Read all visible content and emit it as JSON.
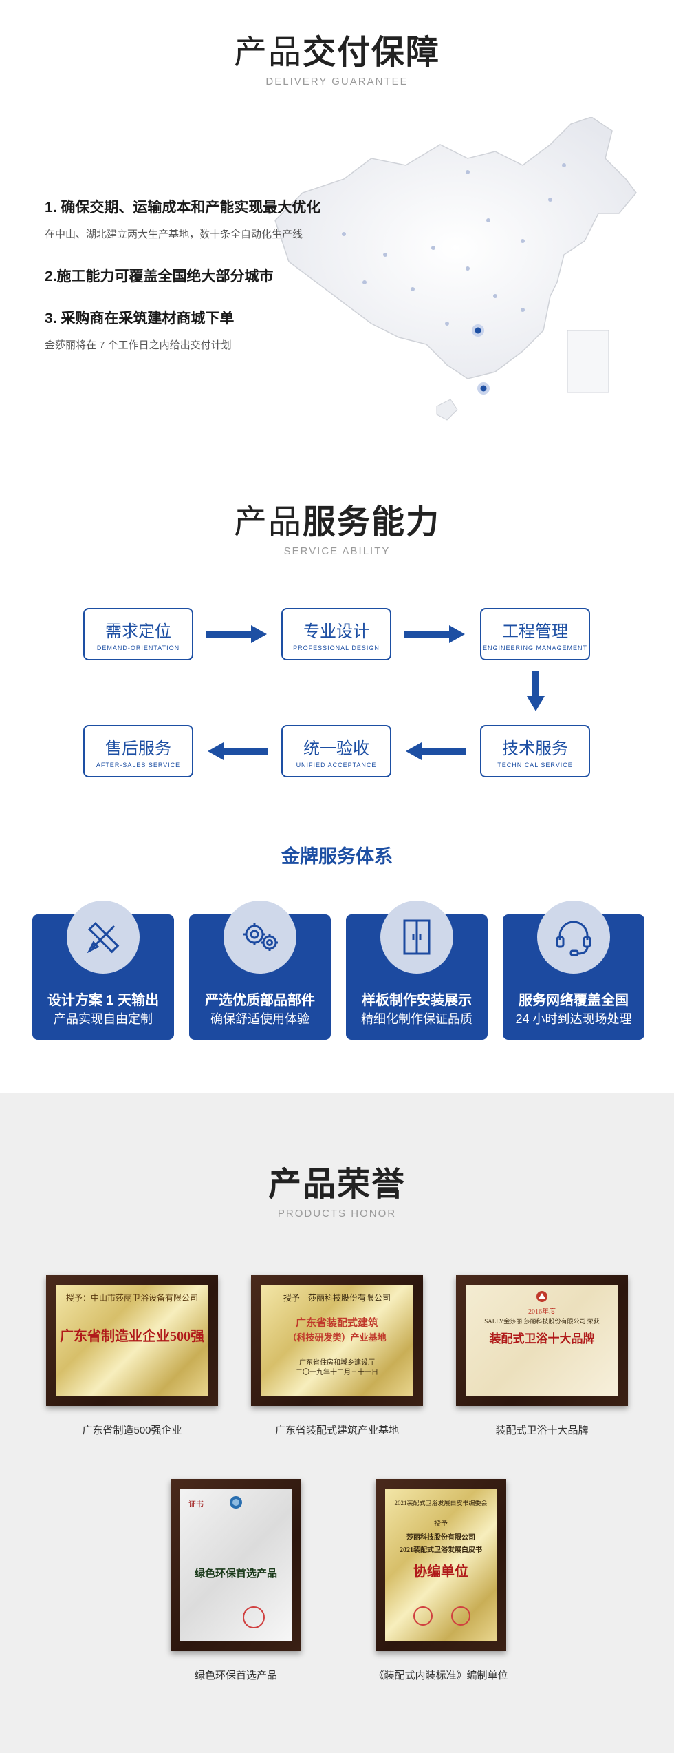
{
  "delivery": {
    "title_thin": "产品",
    "title_bold": "交付保障",
    "subtitle": "DELIVERY GUARANTEE",
    "items": [
      {
        "heading": "1. 确保交期、运输成本和产能实现最大优化",
        "desc": "在中山、湖北建立两大生产基地，数十条全自动化生产线"
      },
      {
        "heading": "2.施工能力可覆盖全国绝大部分城市",
        "desc": ""
      },
      {
        "heading": "3. 采购商在采筑建材商城下单",
        "desc": "金莎丽将在 7 个工作日之内给出交付计划"
      }
    ]
  },
  "service": {
    "title_thin": "产品",
    "title_bold": "服务能力",
    "subtitle": "SERVICE ABILITY",
    "steps": [
      {
        "cn": "需求定位",
        "en": "DEMAND-ORIENTATION"
      },
      {
        "cn": "专业设计",
        "en": "PROFESSIONAL DESIGN"
      },
      {
        "cn": "工程管理",
        "en": "ENGINEERING MANAGEMENT"
      },
      {
        "cn": "技术服务",
        "en": "TECHNICAL SERVICE"
      },
      {
        "cn": "统一验收",
        "en": "UNIFIED ACCEPTANCE"
      },
      {
        "cn": "售后服务",
        "en": "AFTER-SALES SERVICE"
      }
    ],
    "gold_title": "金牌服务体系",
    "cards": [
      {
        "icon": "ruler-pencil-icon",
        "l1": "设计方案 1 天输出",
        "l2": "产品实现自由定制"
      },
      {
        "icon": "gears-icon",
        "l1": "严选优质部品部件",
        "l2": "确保舒适使用体验"
      },
      {
        "icon": "door-icon",
        "l1": "样板制作安装展示",
        "l2": "精细化制作保证品质"
      },
      {
        "icon": "headset-icon",
        "l1": "服务网络覆盖全国",
        "l2": "24 小时到达现场处理"
      }
    ]
  },
  "honor": {
    "title": "产品荣誉",
    "subtitle": "PRODUCTS HONOR",
    "awards": [
      {
        "caption": "广东省制造500强企业",
        "line1": "授予：中山市莎丽卫浴设备有限公司",
        "line2": "广东省制造业企业500强"
      },
      {
        "caption": "广东省装配式建筑产业基地",
        "line1": "授予　莎丽科技股份有限公司",
        "line2": "广东省装配式建筑",
        "line3": "（科技研发类）产业基地",
        "line4": "广东省住房和城乡建设厅",
        "line5": "二〇一九年十二月三十一日"
      },
      {
        "caption": "装配式卫浴十大品牌",
        "line1": "2016年度",
        "line2": "SALLY金莎丽 莎丽科技股份有限公司 荣获",
        "line3": "装配式卫浴十大品牌"
      },
      {
        "caption": "绿色环保首选产品",
        "line1": "证书",
        "line2": "绿色环保首选产品"
      },
      {
        "caption": "《装配式内装标准》编制单位",
        "line1": "2021装配式卫浴发展白皮书编委会",
        "line2": "授予",
        "line3": "莎丽科技股份有限公司",
        "line4": "2021装配式卫浴发展白皮书",
        "line5": "协编单位"
      }
    ]
  },
  "colors": {
    "brand_blue": "#1d4fa3",
    "card_blue": "#1c4aa0",
    "honor_bg": "#efefef"
  }
}
